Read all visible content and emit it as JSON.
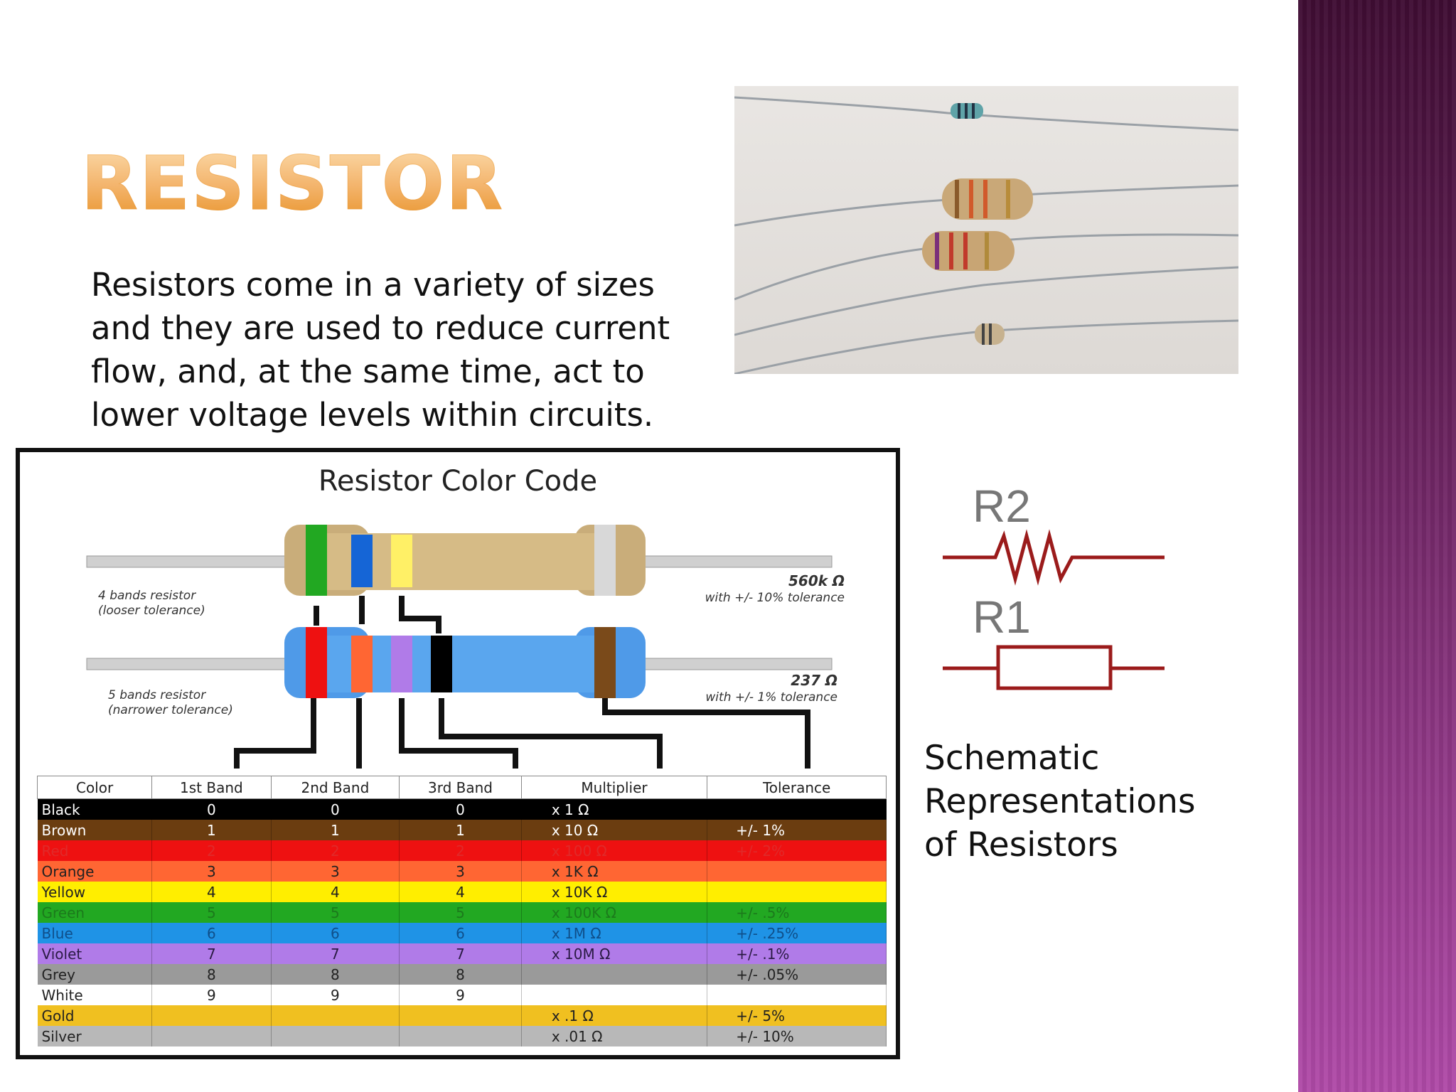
{
  "slide": {
    "title": "RESISTOR",
    "body": "Resistors come in a variety of sizes and they are used to reduce current flow, and, at the same time, act to lower voltage levels within circuits.",
    "caption": "Schematic Representations of Resistors"
  },
  "colors": {
    "title_gradient": [
      "#fbd9a8",
      "#e9962f"
    ],
    "side_band": [
      "#3f0d33",
      "#b04aa8"
    ],
    "schematic": "#9b1b1b"
  },
  "color_code": {
    "title": "Resistor Color Code",
    "four_band_label": [
      "4 bands resistor",
      "(looser tolerance)"
    ],
    "five_band_label": [
      "5 bands resistor",
      "(narrower tolerance)"
    ],
    "four_band_value": "560k Ω",
    "four_band_tol": "with +/- 10% tolerance",
    "five_band_value": "237 Ω",
    "five_band_tol": "with +/- 1% tolerance",
    "headers": [
      "Color",
      "1st Band",
      "2nd Band",
      "3rd Band",
      "Multiplier",
      "Tolerance"
    ],
    "rows": [
      {
        "color": "Black",
        "b1": "0",
        "b2": "0",
        "b3": "0",
        "mult": "x 1 Ω",
        "tol": "",
        "bg": "#000000",
        "fg": "#ffffff"
      },
      {
        "color": "Brown",
        "b1": "1",
        "b2": "1",
        "b3": "1",
        "mult": "x 10 Ω",
        "tol": "+/-  1%",
        "bg": "#6b3d10",
        "fg": "#ffffff"
      },
      {
        "color": "Red",
        "b1": "2",
        "b2": "2",
        "b3": "2",
        "mult": "x 100 Ω",
        "tol": "+/-  2%",
        "bg": "#ee1111",
        "fg": "#e02a2a"
      },
      {
        "color": "Orange",
        "b1": "3",
        "b2": "3",
        "b3": "3",
        "mult": "x 1K Ω",
        "tol": "",
        "bg": "#ff6633",
        "fg": "#222222"
      },
      {
        "color": "Yellow",
        "b1": "4",
        "b2": "4",
        "b3": "4",
        "mult": "x 10K Ω",
        "tol": "",
        "bg": "#ffee00",
        "fg": "#222222"
      },
      {
        "color": "Green",
        "b1": "5",
        "b2": "5",
        "b3": "5",
        "mult": "x 100K Ω",
        "tol": "+/-  .5%",
        "bg": "#22a822",
        "fg": "#1c7a1c"
      },
      {
        "color": "Blue",
        "b1": "6",
        "b2": "6",
        "b3": "6",
        "mult": "x 1M Ω",
        "tol": "+/-  .25%",
        "bg": "#1f93e6",
        "fg": "#0f4f8a"
      },
      {
        "color": "Violet",
        "b1": "7",
        "b2": "7",
        "b3": "7",
        "mult": "x 10M Ω",
        "tol": "+/-  .1%",
        "bg": "#b07be8",
        "fg": "#2a1a44"
      },
      {
        "color": "Grey",
        "b1": "8",
        "b2": "8",
        "b3": "8",
        "mult": "",
        "tol": "+/-  .05%",
        "bg": "#9a9a9a",
        "fg": "#222222"
      },
      {
        "color": "White",
        "b1": "9",
        "b2": "9",
        "b3": "9",
        "mult": "",
        "tol": "",
        "bg": "#ffffff",
        "fg": "#222222"
      },
      {
        "color": "Gold",
        "b1": "",
        "b2": "",
        "b3": "",
        "mult": "x .1 Ω",
        "tol": "+/-  5%",
        "bg": "#f0c020",
        "fg": "#222222"
      },
      {
        "color": "Silver",
        "b1": "",
        "b2": "",
        "b3": "",
        "mult": "x .01 Ω",
        "tol": "+/-  10%",
        "bg": "#b8b8b8",
        "fg": "#222222"
      }
    ]
  },
  "schematic": {
    "r2_label": "R2",
    "r1_label": "R1"
  }
}
